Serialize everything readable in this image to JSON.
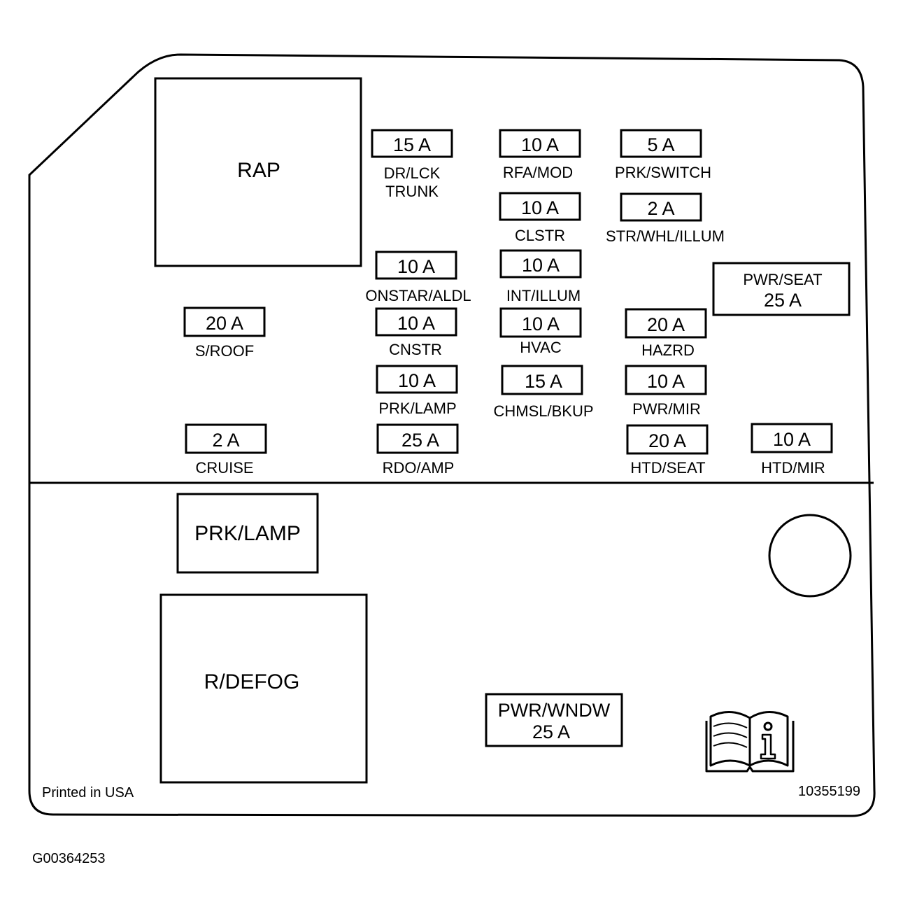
{
  "relays": {
    "rap": "RAP",
    "prk_lamp": "PRK/LAMP",
    "r_defog": "R/DEFOG"
  },
  "fuses": {
    "dr_lck": {
      "value": "15 A",
      "name_line1": "DR/LCK",
      "name_line2": "TRUNK"
    },
    "rfa_mod": {
      "value": "10 A",
      "name": "RFA/MOD"
    },
    "prk_switch": {
      "value": "5 A",
      "name": "PRK/SWITCH"
    },
    "clstr": {
      "value": "10 A",
      "name": "CLSTR"
    },
    "str_whl_illum": {
      "value": "2 A",
      "name": "STR/WHL/ILLUM"
    },
    "onstar_aldl": {
      "value": "10 A",
      "name": "ONSTAR/ALDL"
    },
    "int_illum": {
      "value": "10 A",
      "name": "INT/ILLUM"
    },
    "pwr_seat": {
      "name": "PWR/SEAT",
      "value": "25 A"
    },
    "s_roof": {
      "value": "20 A",
      "name": "S/ROOF"
    },
    "cnstr": {
      "value": "10 A",
      "name": "CNSTR"
    },
    "hvac": {
      "value": "10 A",
      "name": "HVAC"
    },
    "hazrd": {
      "value": "20 A",
      "name": "HAZRD"
    },
    "prk_lamp": {
      "value": "10 A",
      "name": "PRK/LAMP"
    },
    "chmsl_bkup": {
      "value": "15 A",
      "name": "CHMSL/BKUP"
    },
    "pwr_mir": {
      "value": "10 A",
      "name": "PWR/MIR"
    },
    "cruise": {
      "value": "2 A",
      "name": "CRUISE"
    },
    "rdo_amp": {
      "value": "25 A",
      "name": "RDO/AMP"
    },
    "htd_seat": {
      "value": "20 A",
      "name": "HTD/SEAT"
    },
    "htd_mir": {
      "value": "10 A",
      "name": "HTD/MIR"
    },
    "pwr_wndw": {
      "name": "PWR/WNDW",
      "value": "25 A"
    }
  },
  "footer": {
    "printed": "Printed in USA",
    "part_number": "10355199"
  },
  "figure_id": "G00364253",
  "icons": {
    "manual": "owner-manual-info-icon"
  }
}
